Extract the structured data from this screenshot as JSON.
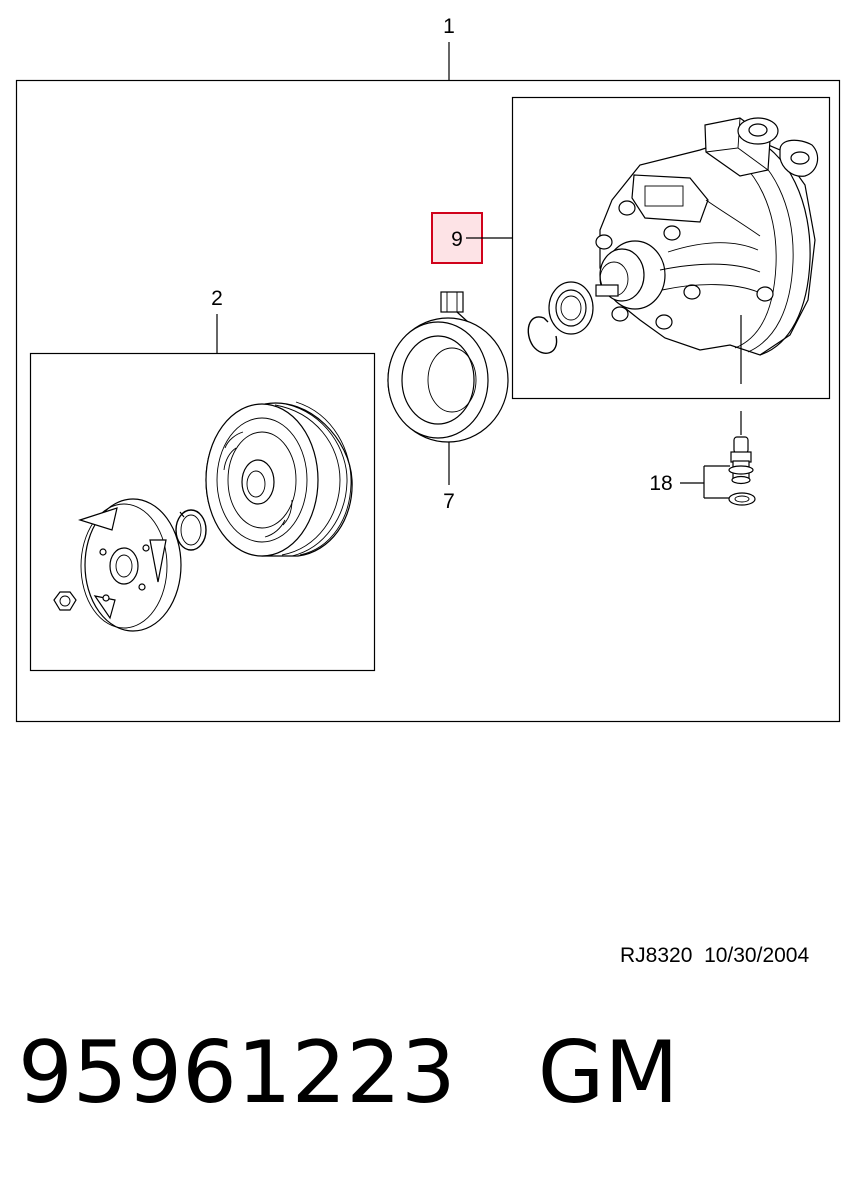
{
  "callouts": {
    "c1": "1",
    "c2": "2",
    "c7": "7",
    "c9": "9",
    "c18": "18"
  },
  "highlight_color": "#d0021b",
  "highlight_fill": "#fde3e6",
  "reference": {
    "code": "RJ8320",
    "date": "10/30/2004"
  },
  "part": {
    "number": "95961223",
    "brand": "GM"
  }
}
